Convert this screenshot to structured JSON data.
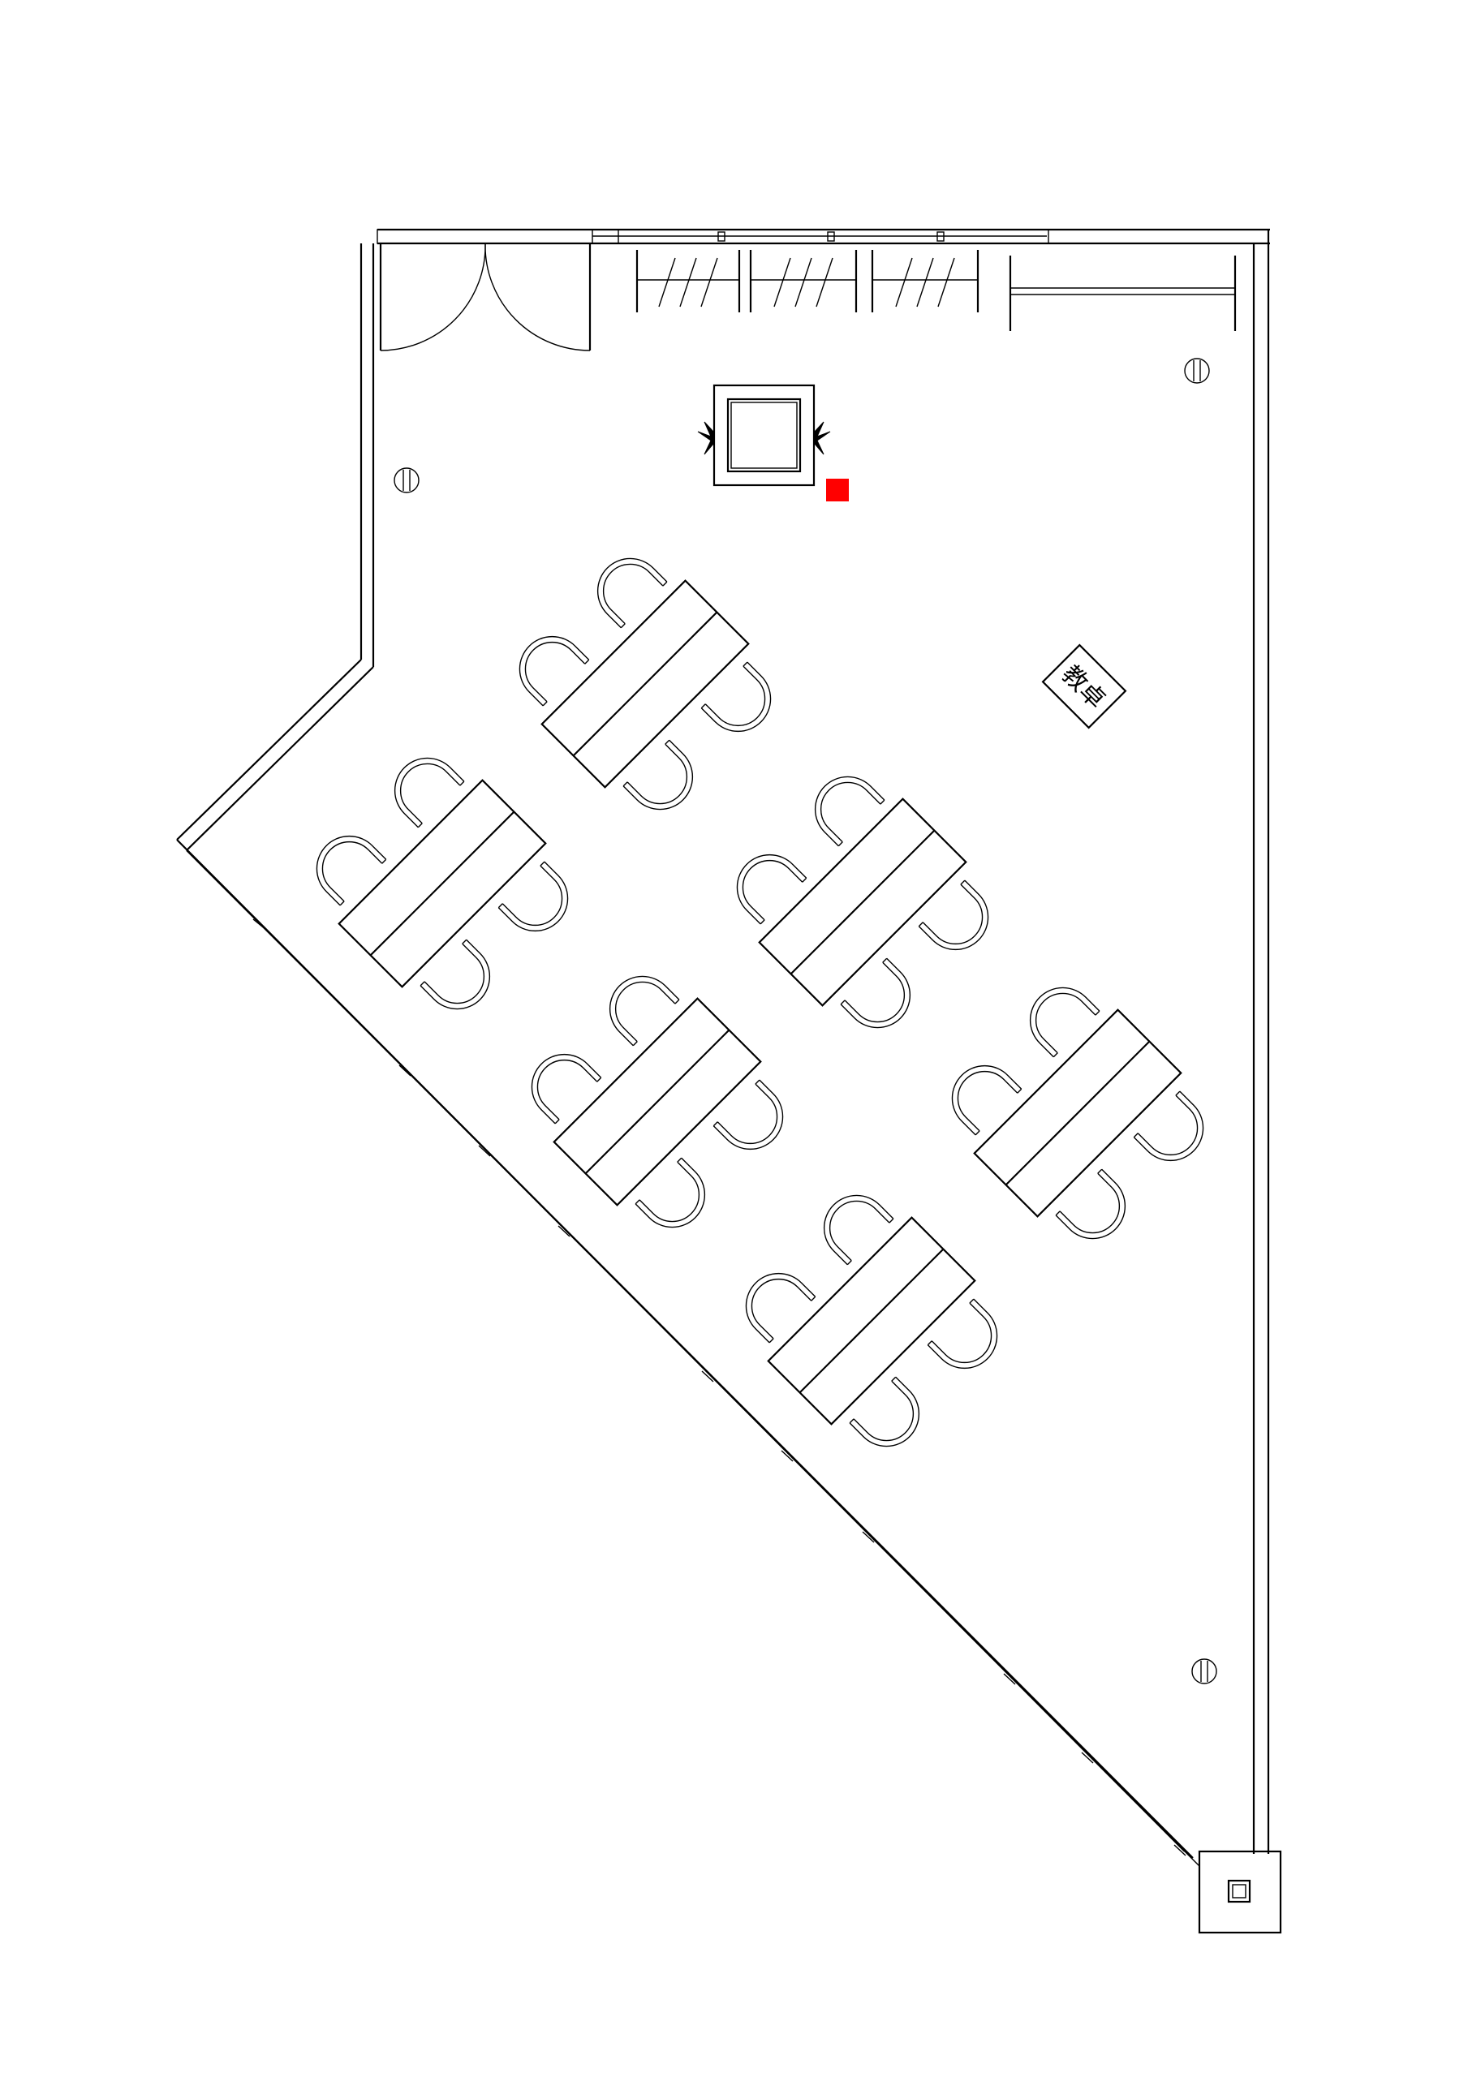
{
  "podium": {
    "label": "教卓"
  },
  "colors": {
    "line": "#000000",
    "background": "#ffffff",
    "marker": "#ff0000"
  },
  "icons": {
    "cluster_table": "table-rect",
    "chair": "chair-arc",
    "column": "circle-column",
    "speaker": "star-speaker"
  }
}
